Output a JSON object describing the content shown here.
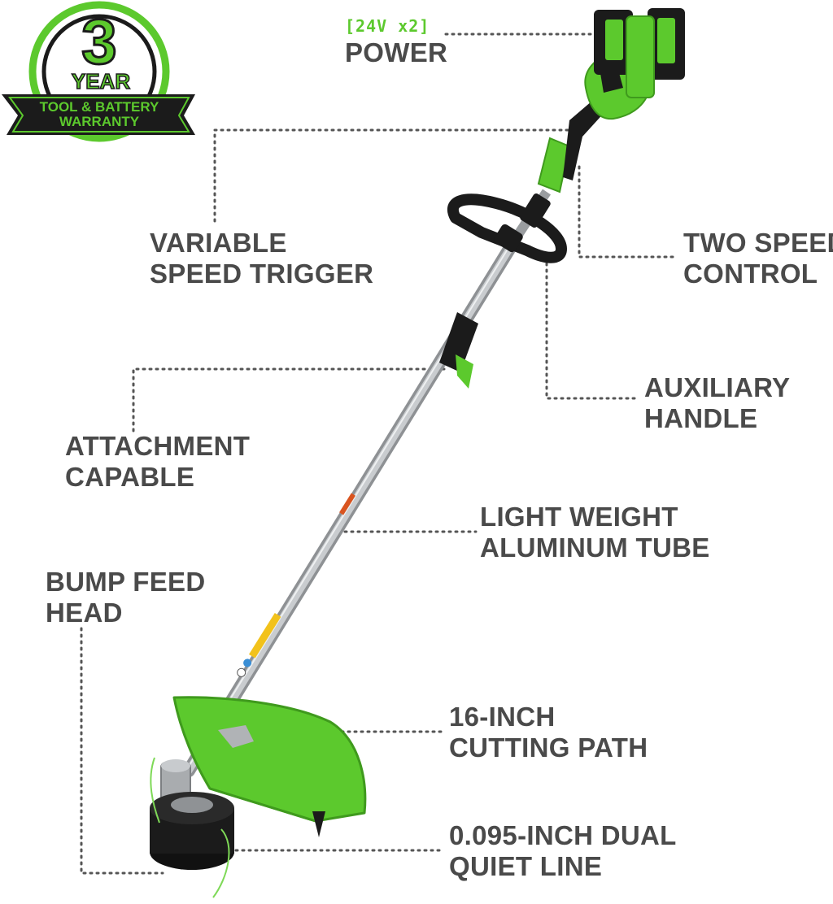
{
  "badge": {
    "number": "3",
    "year": "YEAR",
    "ribbon_line1": "TOOL & BATTERY",
    "ribbon_line2": "WARRANTY"
  },
  "callouts": {
    "power_spec": "[24V x2]",
    "power": "POWER",
    "variable_speed_trigger": [
      "VARIABLE",
      "SPEED TRIGGER"
    ],
    "two_speed_control": [
      "TWO SPEED",
      "CONTROL"
    ],
    "auxiliary_handle": [
      "AUXILIARY",
      "HANDLE"
    ],
    "attachment_capable": [
      "ATTACHMENT",
      "CAPABLE"
    ],
    "light_weight_tube": [
      "LIGHT WEIGHT",
      "ALUMINUM TUBE"
    ],
    "bump_feed_head": [
      "BUMP FEED",
      "HEAD"
    ],
    "cutting_path": [
      "16-INCH",
      "CUTTING PATH"
    ],
    "dual_line": [
      "0.095-INCH DUAL",
      "QUIET LINE"
    ]
  },
  "colors": {
    "brand_green": "#5cc92d",
    "label_gray": "#4a4a4a",
    "dark": "#1b1b1b",
    "tube": "#b9bcbf"
  }
}
